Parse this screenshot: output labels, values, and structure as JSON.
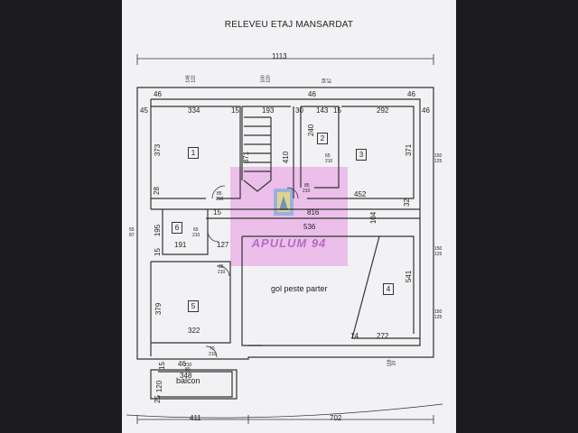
{
  "title": "RELEVEU ETAJ MANSARDAT",
  "watermark": {
    "text": "APULUM 94",
    "colors": {
      "band": "#e696e1",
      "text": "#af5abe"
    }
  },
  "rooms": [
    {
      "number": "1"
    },
    {
      "number": "2"
    },
    {
      "number": "3"
    },
    {
      "number": "4"
    },
    {
      "number": "5"
    },
    {
      "number": "6"
    }
  ],
  "labels": {
    "void": "gol peste parter",
    "balcony": "balcon"
  },
  "dims": {
    "top_total": "1113",
    "bottom_left": "411",
    "bottom_right": "702",
    "d334": "334",
    "d45": "45",
    "d15a": "15",
    "d193": "193",
    "d30": "30",
    "d143": "143",
    "d15b": "15",
    "d292": "292",
    "d46a": "46",
    "d46b": "46",
    "d46c": "46",
    "d46d": "46",
    "d373": "373",
    "d371a": "371",
    "d240": "240",
    "d410": "410",
    "d371b": "371",
    "d28": "28",
    "d452": "452",
    "d32": "32",
    "d816": "816",
    "d15c": "15",
    "d536": "536",
    "d104": "104",
    "d195": "195",
    "d15d": "15",
    "d191": "191",
    "d127": "127",
    "d541": "541",
    "d379": "379",
    "d322": "322",
    "d14": "14",
    "d272": "272",
    "d348": "348",
    "d120": "120",
    "d15e": "15",
    "d25": "25",
    "d46e": "46"
  },
  "openings": {
    "w_top_1": [
      "148",
      "122"
    ],
    "w_top_2": [
      "100",
      "120"
    ],
    "w_top_3": [
      "58",
      "87"
    ],
    "w_right_1": [
      "150",
      "125"
    ],
    "w_right_2": [
      "150",
      "125"
    ],
    "w_right_3": [
      "150",
      "125"
    ],
    "w_left": [
      "55",
      "87"
    ],
    "w_bottom_right": [
      "118",
      "20"
    ],
    "door_1": [
      "85",
      "210"
    ],
    "door_2": [
      "65",
      "210"
    ],
    "door_3": [
      "85",
      "210"
    ],
    "door_4": [
      "65",
      "210"
    ],
    "door_5": [
      "85",
      "210"
    ],
    "door_6": [
      "70",
      "210"
    ],
    "door_balcony": [
      "80",
      "210"
    ]
  }
}
